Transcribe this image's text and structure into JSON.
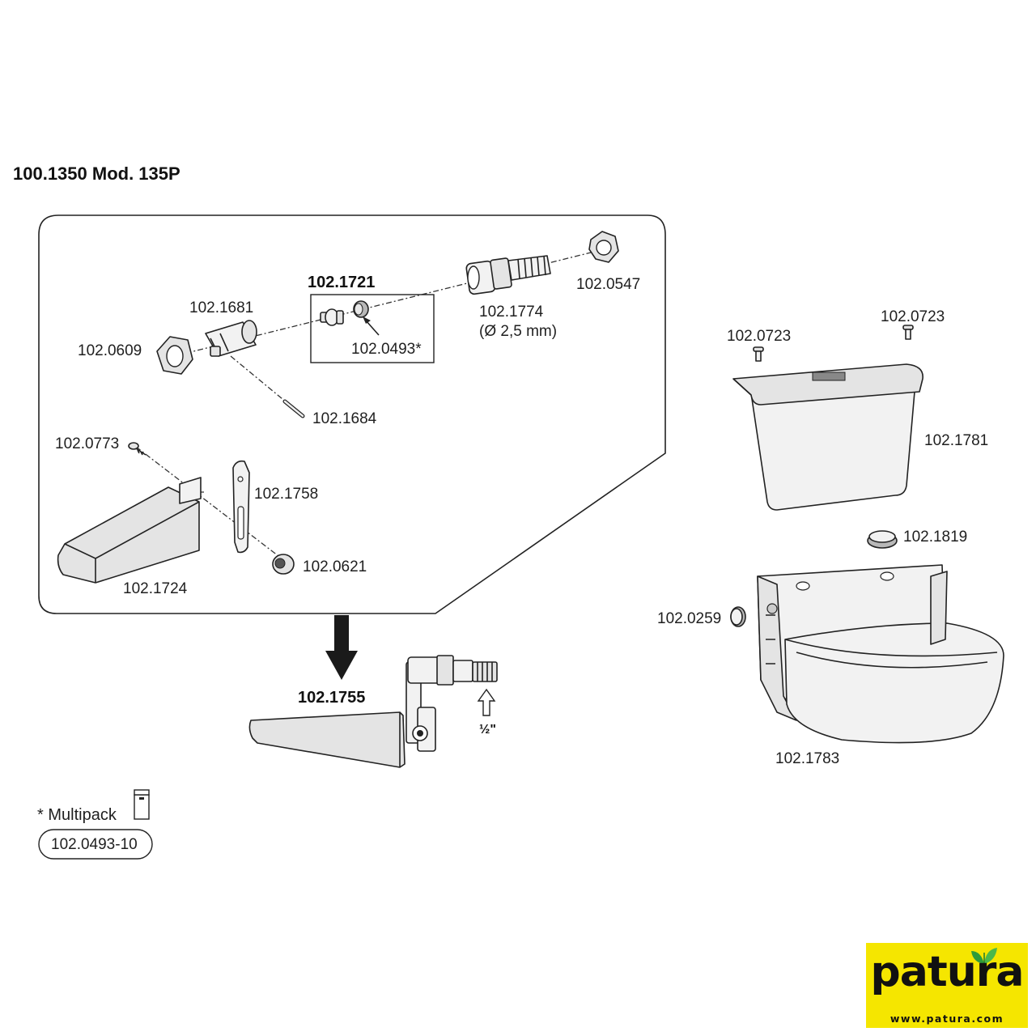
{
  "title": "100.1350 Mod. 135P",
  "parts": {
    "p0547": "102.0547",
    "p1774": "102.1774",
    "p1774_note": "(Ø 2,5 mm)",
    "p1721": "102.1721",
    "p0493": "102.0493*",
    "p1681": "102.1681",
    "p0609": "102.0609",
    "p1684": "102.1684",
    "p0773": "102.0773",
    "p1758": "102.1758",
    "p0621": "102.0621",
    "p1724": "102.1724",
    "p1755": "102.1755",
    "p0723a": "102.0723",
    "p0723b": "102.0723",
    "p1781": "102.1781",
    "p1819": "102.1819",
    "p0259": "102.0259",
    "p1783": "102.1783"
  },
  "thread_size": "½\"",
  "multipack": {
    "label": "* Multipack",
    "code": "102.0493-10"
  },
  "logo": {
    "word": "patura",
    "url": "www.patura.com",
    "bg_color": "#f5e600",
    "leaf_color": "#2e9b3a"
  }
}
